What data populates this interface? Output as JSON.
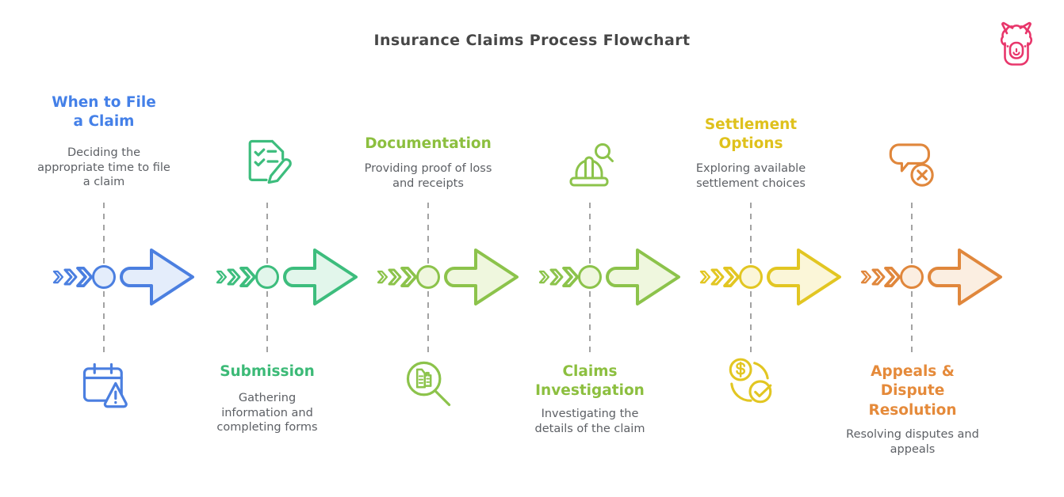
{
  "header": {
    "title": "Insurance Claims Process Flowchart",
    "logo_icon": "alpaca-logo-icon"
  },
  "colors": {
    "background": "#ffffff",
    "heading_text": "#474747",
    "description_text": "#5d6065",
    "dashed_line": "#a3a3a3",
    "logo_pink": "#e8366b"
  },
  "stages": [
    {
      "title": "When to File a Claim",
      "description": "Deciding the appropriate time to file a claim",
      "icon": "calendar-alert-icon",
      "icon_position": "below-line",
      "text_position": "above-line",
      "accent": "#4b7fe0",
      "arrow_fill": "#e4edfb",
      "title_color": "#4480e8"
    },
    {
      "title": "Submission",
      "description": "Gathering information and completing forms",
      "icon": "form-checklist-pencil-icon",
      "icon_position": "above-line",
      "text_position": "below-line",
      "accent": "#3dbd7d",
      "arrow_fill": "#e2f6eb",
      "title_color": "#3cba77"
    },
    {
      "title": "Documentation",
      "description": "Providing proof of loss and receipts",
      "icon": "magnifier-receipts-icon",
      "icon_position": "below-line",
      "text_position": "above-line",
      "accent": "#8cc34b",
      "arrow_fill": "#eff7de",
      "title_color": "#8cbf3f"
    },
    {
      "title": "Claims Investigation",
      "description": "Investigating the details of the claim",
      "icon": "hardhat-magnifier-icon",
      "icon_position": "above-line",
      "text_position": "below-line",
      "accent": "#8cc34b",
      "arrow_fill": "#eff7de",
      "title_color": "#8cbf3f"
    },
    {
      "title": "Settlement Options",
      "description": "Exploring available settlement choices",
      "icon": "coin-check-icon",
      "icon_position": "below-line",
      "text_position": "above-line",
      "accent": "#e2c622",
      "arrow_fill": "#fbf6d8",
      "title_color": "#dfc11c"
    },
    {
      "title": "Appeals & Dispute Resolution",
      "description": "Resolving disputes and appeals",
      "icon": "chat-dismiss-icon",
      "icon_position": "above-line",
      "text_position": "below-line",
      "accent": "#e0873c",
      "arrow_fill": "#fbeee1",
      "title_color": "#e58a3a"
    }
  ]
}
